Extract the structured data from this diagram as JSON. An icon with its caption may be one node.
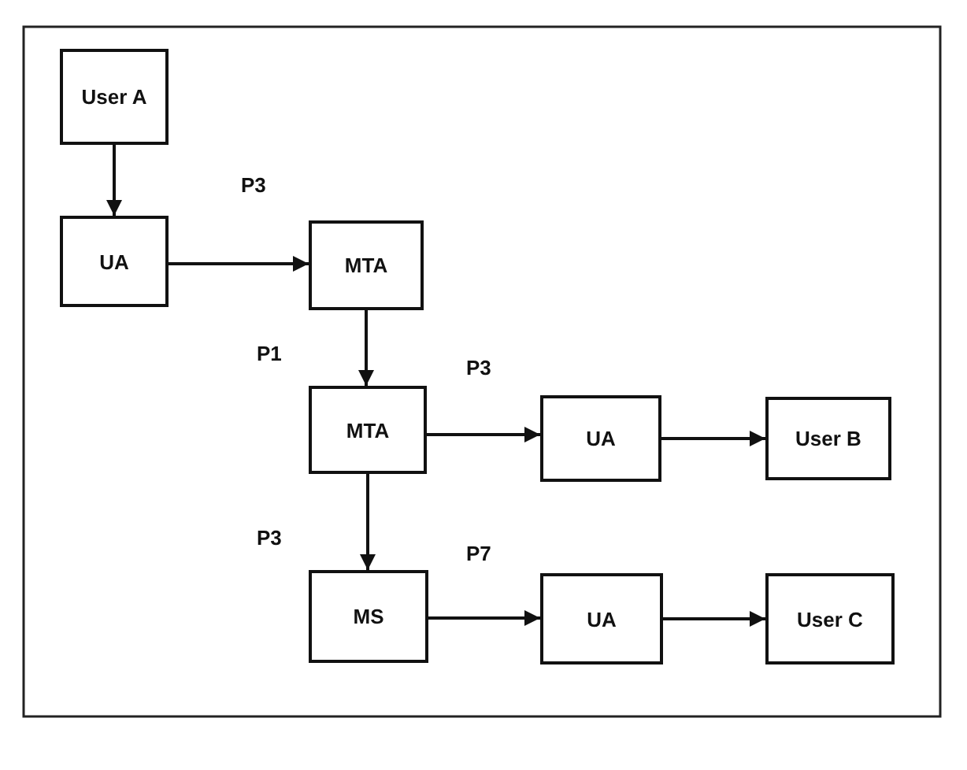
{
  "diagram": {
    "nodes": [
      {
        "text": [
          "User A"
        ]
      },
      {
        "text": [
          "UA"
        ]
      },
      {
        "text": [
          "MTA"
        ]
      },
      {
        "text": [
          "MTA"
        ]
      },
      {
        "text": [
          "UA"
        ]
      },
      {
        "text": [
          "User B"
        ]
      },
      {
        "text": [
          "MS"
        ]
      },
      {
        "text": [
          "UA"
        ]
      },
      {
        "text": [
          "User C"
        ]
      }
    ],
    "edges": [
      {
        "from": 0,
        "to": 1,
        "arrow": "to"
      },
      {
        "from": 1,
        "to": 2,
        "arrow": "to",
        "label": "P3"
      },
      {
        "from": 2,
        "to": 3,
        "arrow": "to",
        "label": "P1"
      },
      {
        "from": 3,
        "to": 4,
        "arrow": "to",
        "label": "P3"
      },
      {
        "from": 4,
        "to": 5,
        "arrow": "to"
      },
      {
        "from": 3,
        "to": 6,
        "arrow": "to",
        "label": "P3"
      },
      {
        "from": 6,
        "to": 7,
        "arrow": "to",
        "label": "P7"
      },
      {
        "from": 7,
        "to": 8,
        "arrow": "to"
      }
    ]
  }
}
